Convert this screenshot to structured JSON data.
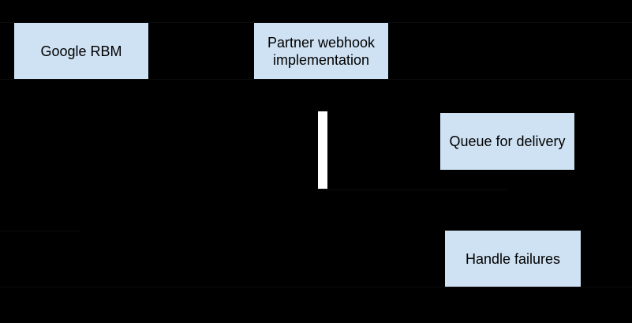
{
  "diagram": {
    "type": "sequence-diagram",
    "background_color": "#000000",
    "node_fill_color": "#cfe2f3",
    "node_text_color": "#000000",
    "activation_bar_color": "#ffffff",
    "faint_line_color": "#0b0b0b",
    "nodes": {
      "google_rbm": "Google RBM",
      "partner_webhook": "Partner webhook implementation",
      "queue_for_delivery": "Queue for delivery",
      "handle_failures": "Handle failures"
    }
  }
}
